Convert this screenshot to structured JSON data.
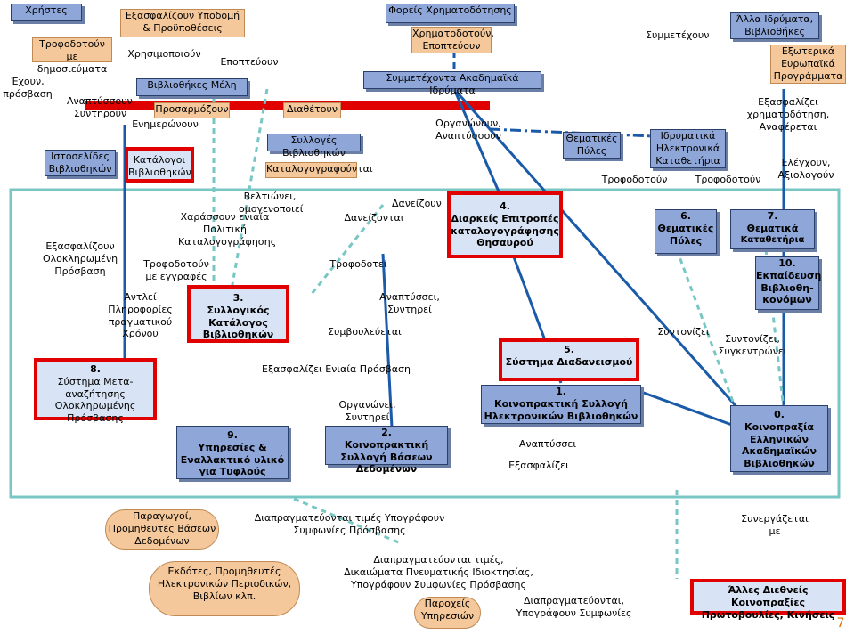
{
  "nodes": {
    "users": "Χρήστες",
    "infra": "Εξασφαλίζουν Υποδομή & Προϋποθέσεις",
    "use": "Χρησιμοποιούν",
    "feed_pub": "Τροφοδοτούν με δημοσιεύματα",
    "have_access": "Έχουν, πρόσβαση",
    "member_libs": "Βιβλιοθήκες Μέλη",
    "oversee": "Εποπτεύουν",
    "develop": "Αναπτύσσουν, Συντηρούν",
    "adapt": "Προσαρμόζουν",
    "inform": "Ενημερώνουν",
    "available": "Διαθέτουν",
    "collections": "Συλλογές Βιβλιοθηκών",
    "catalogued": "Καταλογογραφούνται",
    "websites": "Ιστοσελίδες Βιβλιοθηκών",
    "catalogues": "Κατάλογοι Βιβλιοθηκών",
    "funders": "Φορείς Χρηματοδότησης",
    "fund_oversee": "Χρηματοδοτούν, Εποπτεύουν",
    "participating": "Συμμετέχοντα Ακαδημαϊκά Ιδρύματα",
    "organize": "Οργανώνουν, Αναπτύσσουν",
    "participate": "Συμμετέχουν",
    "other_inst": "Άλλα Ιδρύματα, Βιβλιοθήκες",
    "eu_prog": "Εξωτερικά Ευρωπαϊκά Προγράμματα",
    "ensure_fund": "Εξασφαλίζει χρηματοδότηση, Αναφέρεται",
    "subj_portals": "Θεματικές Πύλες",
    "inst_repos": "Ιδρυματικά Ηλεκτρονικά Καταθετήρια",
    "feed1": "Τροφοδοτούν",
    "feed2": "Τροφοδοτούν",
    "evaluated": "Ελέγχουν, Αξιολογούν",
    "improve": "Βελτιώνει, ομογενοποιεί",
    "draw_policy": "Χαράσσουν ενιαία Πολιτική Καταλογογράφησης",
    "lend": "Δανείζουν",
    "borrowed": "Δανείζονται",
    "n4": "4.",
    "n4_label": "Διαρκείς Επιτροπές καταλογογράφησης Θησαυρού",
    "n6": "6.",
    "n6_label": "Θεματικές Πύλες",
    "n7": "7.",
    "n7_label": "Θεματικά",
    "n7_sub": "Καταθετήρια",
    "n10": "10.",
    "n10_label": "Εκπαίδευση Βιβλιοθη- κονόμων",
    "ensure_integrated": "Εξασφαλίζουν Ολοκληρωμένη Πρόσβαση",
    "feed_records": "Τροφοδοτούν με εγγραφές",
    "feeds": "Τροφοδοτεί",
    "draw_info": "Αντλεί Πληροφορίες πραγματικού Χρόνου",
    "n3": "3.",
    "n3_label": "Συλλογικός Κατάλογος Βιβλιοθηκών",
    "develop_maintain": "Αναπτύσσει, Συντηρεί",
    "advised": "Συμβουλεύεται",
    "coordinates": "Συντονίζει",
    "coordinate_centralize": "Συντονίζει, Συγκεντρώνει",
    "n8": "8.",
    "n8_label": "Σύστημα Μετα-αναζήτησης Ολοκληρωμένης Πρόσβασης",
    "ensure_unified": "Εξασφαλίζει Ενιαία Πρόσβαση",
    "n5": "5.",
    "n5_label": "Σύστημα Διαδανεισμού",
    "n1": "1.",
    "n1_label": "Κοινοπρακτική Συλλογή Ηλεκτρονικών Βιβλιοθηκών",
    "organize_maintain": "Οργανώνει, Συντηρεί",
    "n2": "2.",
    "n2_label": "Κοινοπρακτική Συλλογή Βάσεων Δεδομένων",
    "develops": "Αναπτύσσει",
    "ensures": "Εξασφαλίζει",
    "n0": "0.",
    "n0_label": "Κοινοπραξία Ελληνικών Ακαδημαϊκών Βιβλιοθηκών",
    "n9": "9.",
    "n9_label": "Υπηρεσίες & Εναλλακτικό υλικό για Τυφλούς",
    "producers": "Παραγωγοί, Προμηθευτές Βάσεων Δεδομένων",
    "negotiate1": "Διαπραγματεύονται τιμές Υπογράφουν Συμφωνίες Πρόσβασης",
    "cooperates": "Συνεργάζεται με",
    "publishers": "Εκδότες, Προμηθευτές Ηλεκτρονικών Περιοδικών, Βιβλίων κλπ.",
    "negotiate2": "Διαπραγματεύονται τιμές, Δικαιώματα Πνευματικής Ιδιοκτησίας, Υπογράφουν Συμφωνίες Πρόσβασης",
    "providers": "Παροχείς Υπηρεσιών",
    "negotiate3": "Διαπραγματεύονται, Υπογράφουν Συμφωνίες",
    "other_intl": "Άλλες Διεθνείς Κοινοπραξίες Πρωτοβουλίες, Κινήσεις",
    "page_no": "7"
  },
  "colors": {
    "node_blue": "#8ea6d8",
    "node_orange": "#f4c89a",
    "highlight_red": "#e00000",
    "line_blue": "#1a5aa8",
    "line_teal": "#79c7c4"
  }
}
